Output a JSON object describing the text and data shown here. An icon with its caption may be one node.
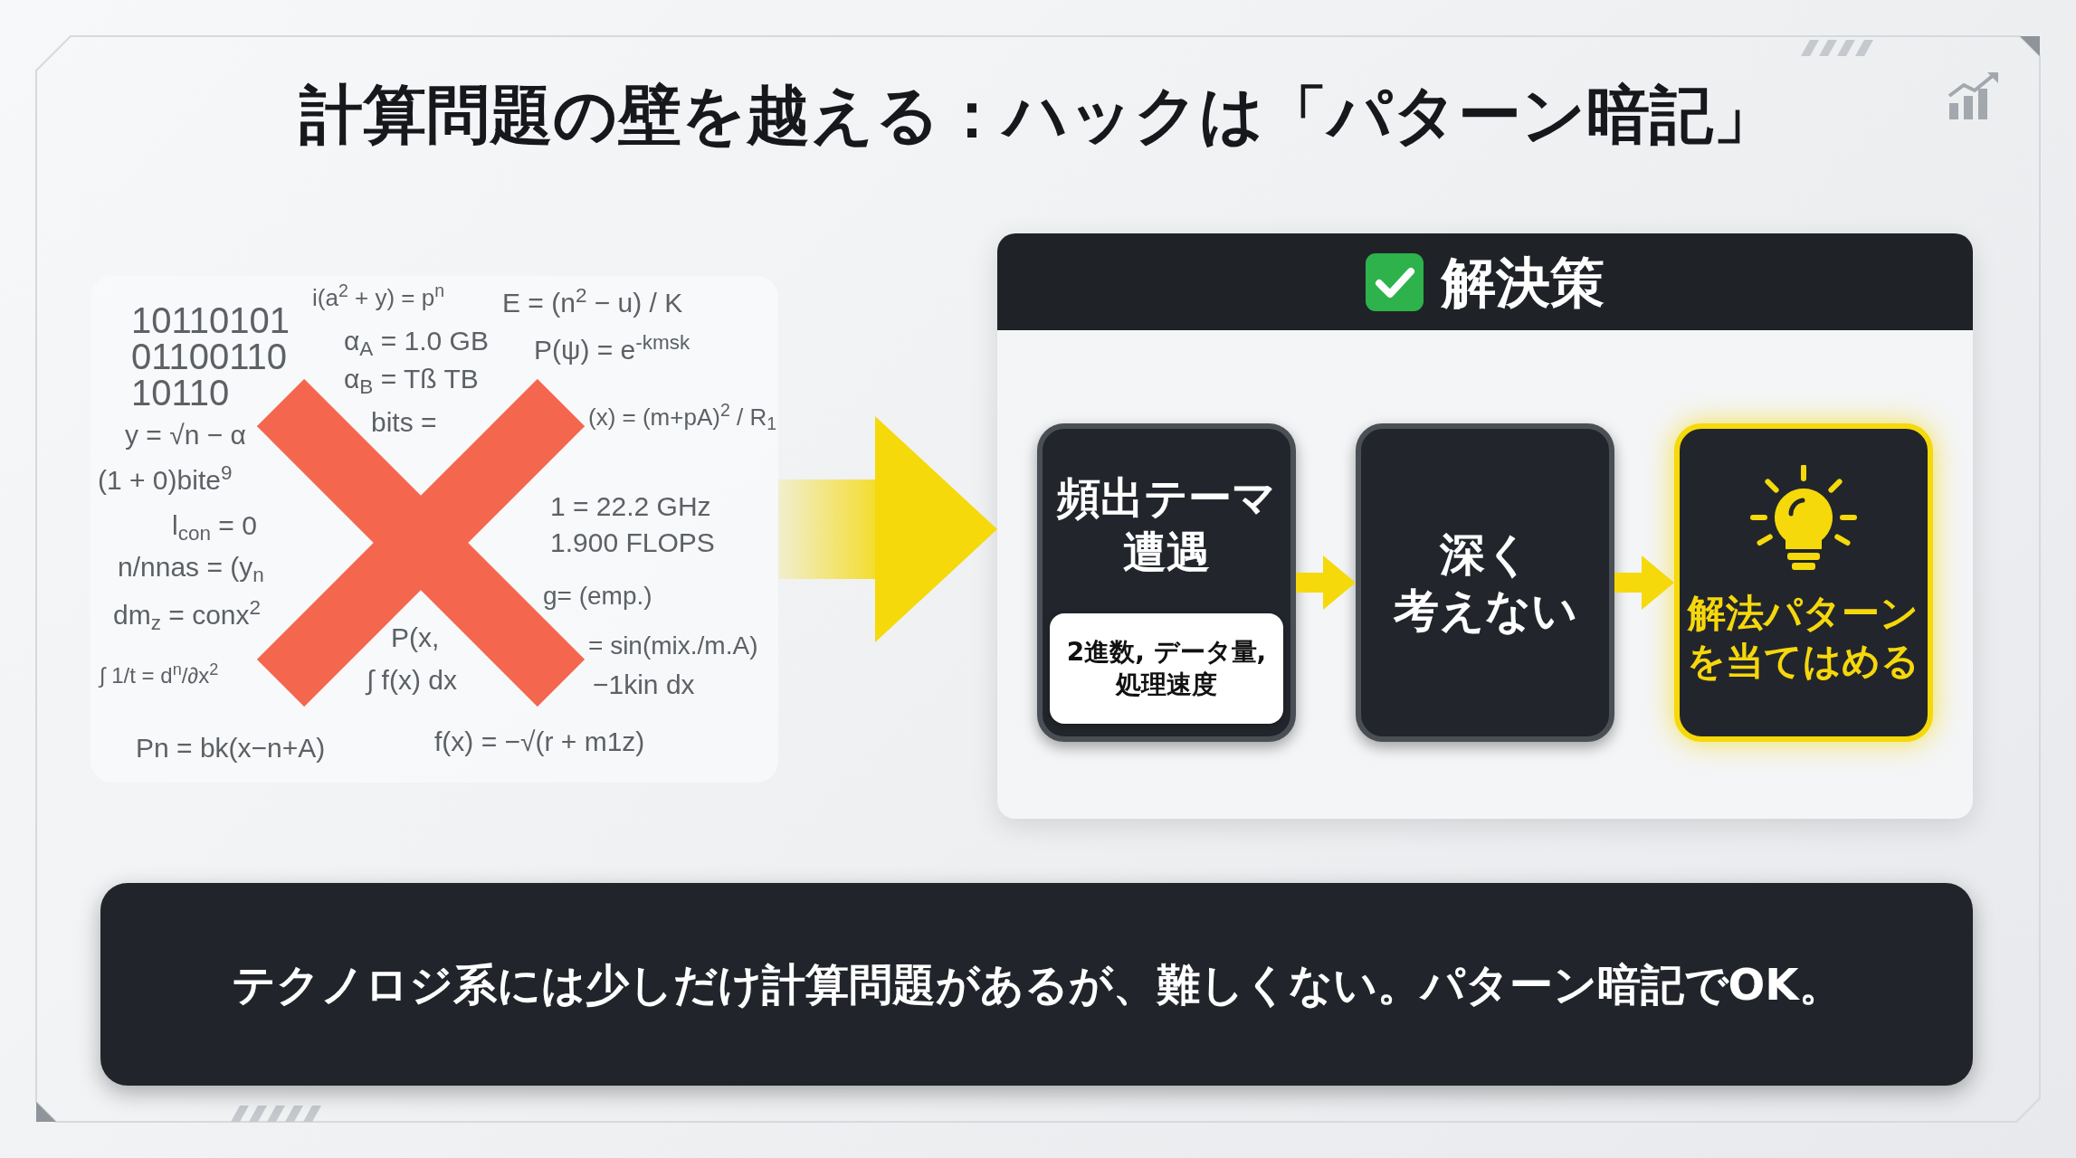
{
  "diagram": {
    "title": "計算問題の壁を越える：ハックは「パターン暗記」",
    "nodes": [
      {
        "text": [],
        "shape": "picture"
      },
      {
        "text": [
          "解決策"
        ]
      },
      {
        "text": [
          "頻出テーマ遭遇"
        ],
        "in": 1
      },
      {
        "text": [
          "2進数, データ量,処理速度"
        ],
        "in": 2
      },
      {
        "text": [
          "深く考えない"
        ],
        "in": 1
      },
      {
        "text": [
          "解法パターンを当てはめる"
        ],
        "in": 1
      },
      {
        "text": [
          "テクノロジ系には少しだけ計算問題があるが、難しくない。**パターン暗記**でOK。"
        ]
      }
    ],
    "edges": [
      {
        "from": 0,
        "to": 1,
        "arrow": "to",
        "style": "thick"
      },
      {
        "from": 2,
        "to": 4,
        "arrow": "to"
      },
      {
        "from": 4,
        "to": 5,
        "arrow": "to"
      }
    ],
    "labels": [
      "10110101",
      "01100110",
      "10110",
      "i(a$^{2}$ + y) = p$^{n}$",
      "α$_{A}$ = 1.0 GB",
      "α$_{B}$ = Tß TB",
      "E = (n$^{2}$ − u) / K",
      "P(ψ) = e$^{-kmsk}$",
      "bits =",
      "y = √n − α",
      "(x) = (m+pA)$^{2}$ / R$_{1}$",
      "(1 + 0)bite$^{9}$",
      "l$_{con}$ = 0",
      "1 = 22.2 GHz",
      "1.900 FLOPS",
      "n/nnas = (y$_{n}$",
      "g= (emp.)",
      "dm$_{z}$ = conx$^{2}$",
      "P(x,",
      "= sin(mix./m.A)",
      "∫ 1/t = d$^{n}$/∂x$^{2}$",
      "∫ f(x) dx",
      "−1kin dx",
      "Pn = bk(x−n+A)",
      "f(x) = −√(r + m1z)"
    ]
  }
}
